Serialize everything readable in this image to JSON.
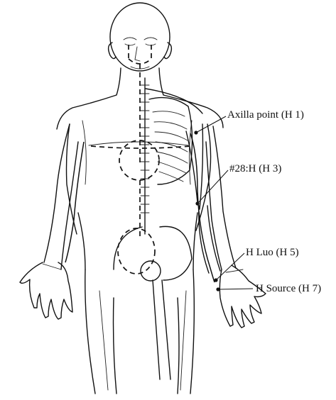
{
  "labels": {
    "axilla": "Axilla point (H 1)",
    "point28": "#28:H (H 3)",
    "luo": "H Luo (H 5)",
    "source": "H Source (H 7)"
  }
}
